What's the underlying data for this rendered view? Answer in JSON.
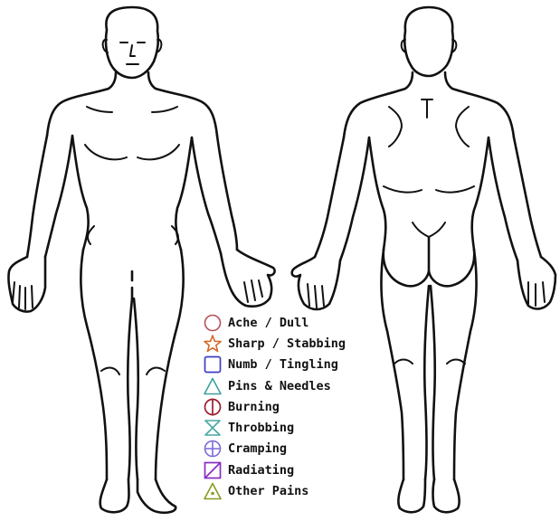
{
  "legend": {
    "items": [
      {
        "label": "Ache / Dull",
        "icon": "circle-icon",
        "color": "#b5535a"
      },
      {
        "label": "Sharp / Stabbing",
        "icon": "star-icon",
        "color": "#d2692a"
      },
      {
        "label": "Numb / Tingling",
        "icon": "square-icon",
        "color": "#3d3fc6"
      },
      {
        "label": "Pins & Needles",
        "icon": "triangle-icon",
        "color": "#3ea0a0"
      },
      {
        "label": "Burning",
        "icon": "circle-vertical-line-icon",
        "color": "#9b1f2d"
      },
      {
        "label": "Throbbing",
        "icon": "hourglass-x-icon",
        "color": "#48a9a2"
      },
      {
        "label": "Cramping",
        "icon": "crosshair-circle-icon",
        "color": "#7b6ad8"
      },
      {
        "label": "Radiating",
        "icon": "slashed-square-icon",
        "color": "#8a2cc0"
      },
      {
        "label": "Other Pains",
        "icon": "triangle-dot-icon",
        "color": "#8a9a20"
      }
    ]
  }
}
